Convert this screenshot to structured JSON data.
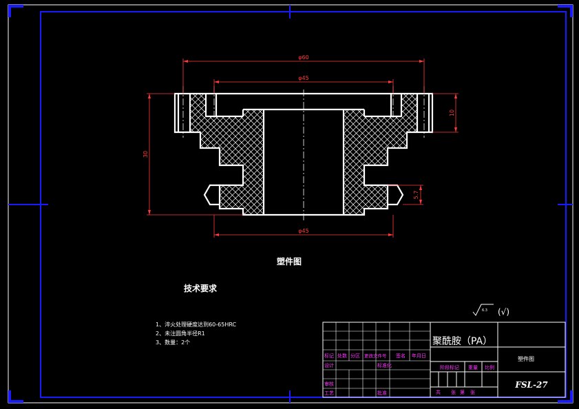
{
  "colors": {
    "background": "#000000",
    "frame": "#1a1aff",
    "outline": "#ffffff",
    "dimension": "#ff3b3b",
    "title_labels": "#ff33ff",
    "hatch": "#ffffff"
  },
  "dimensions": {
    "top_outer": "φ60",
    "top_inner": "φ45",
    "bottom": "φ45",
    "height": "30",
    "flange": "10",
    "groove": "5.7"
  },
  "drawing_caption": "塑件图",
  "tech": {
    "heading": "技术要求",
    "items": [
      "1、淬火处理硬度达到60-65HRC",
      "2、未注圆角半径R1",
      "3、数量：2个"
    ]
  },
  "surface_symbol": {
    "roughness": "6.3",
    "paren": "(√)"
  },
  "title_block": {
    "material": "聚酰胺（PA）",
    "part_name": "塑件图",
    "drawing_no": "FSL-27",
    "labels": {
      "mark": "标记",
      "count": "处数",
      "zone": "分区",
      "change_doc": "更改文件号",
      "sign": "签名",
      "date": "年月日",
      "design": "设计",
      "standardize": "标准化",
      "stage_mark": "阶段标记",
      "weight": "重量",
      "scale": "比例",
      "review": "审核",
      "process": "工艺",
      "approve": "批准",
      "sheets": "共",
      "sheet_count": "张",
      "page": "第",
      "page_count": "张"
    }
  }
}
